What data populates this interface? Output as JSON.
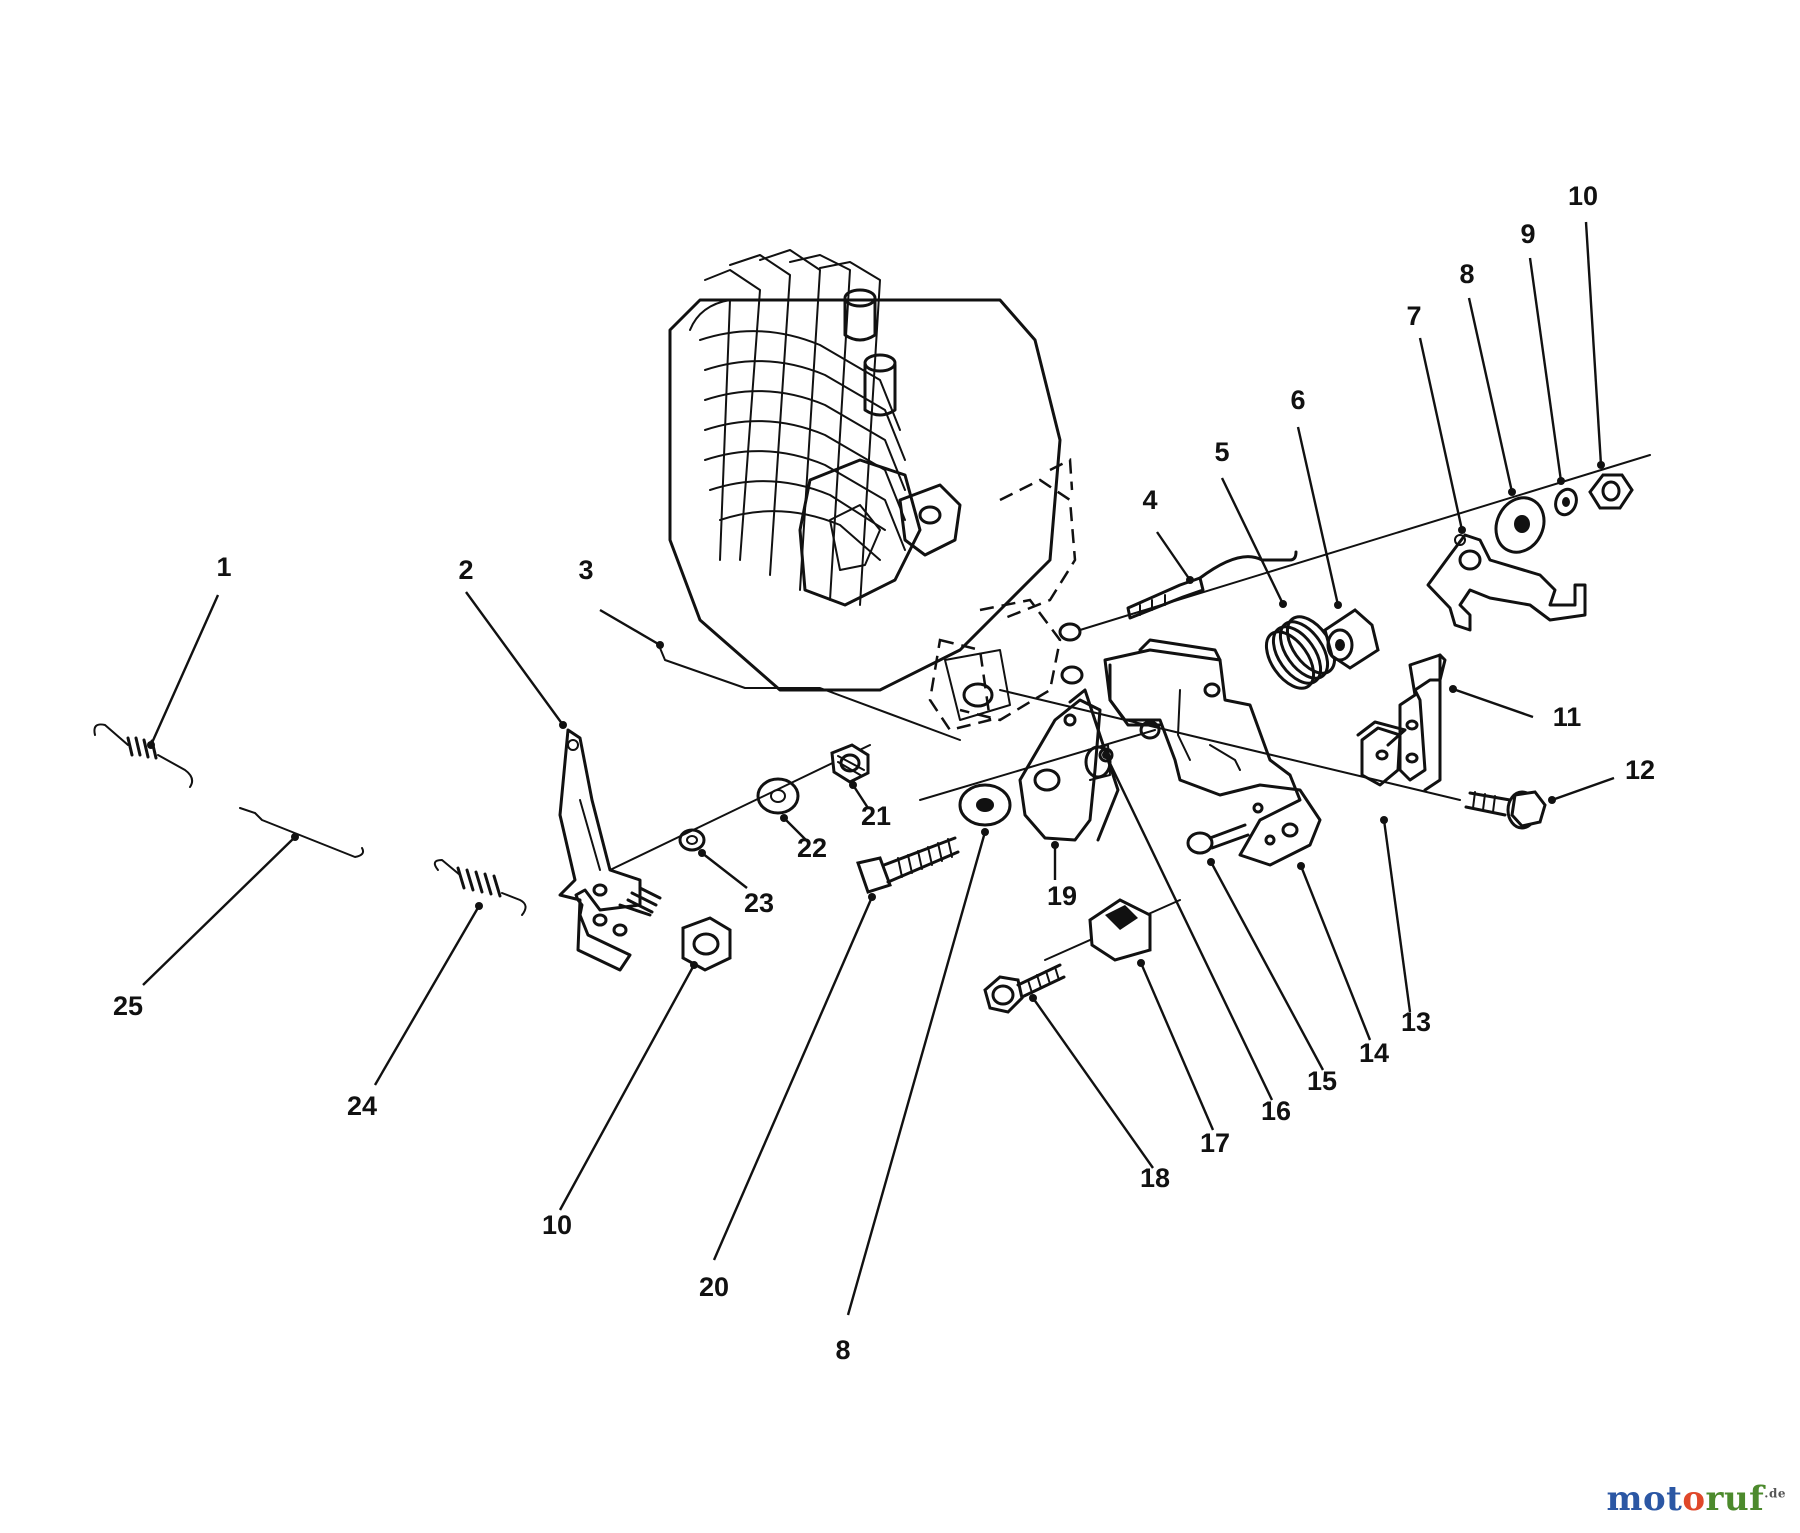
{
  "callouts": [
    {
      "id": "1",
      "label": "1"
    },
    {
      "id": "2",
      "label": "2"
    },
    {
      "id": "3",
      "label": "3"
    },
    {
      "id": "4",
      "label": "4"
    },
    {
      "id": "5",
      "label": "5"
    },
    {
      "id": "6",
      "label": "6"
    },
    {
      "id": "7",
      "label": "7"
    },
    {
      "id": "8a",
      "label": "8"
    },
    {
      "id": "9",
      "label": "9"
    },
    {
      "id": "10a",
      "label": "10"
    },
    {
      "id": "11",
      "label": "11"
    },
    {
      "id": "12",
      "label": "12"
    },
    {
      "id": "13",
      "label": "13"
    },
    {
      "id": "14",
      "label": "14"
    },
    {
      "id": "15",
      "label": "15"
    },
    {
      "id": "16",
      "label": "16"
    },
    {
      "id": "17",
      "label": "17"
    },
    {
      "id": "18",
      "label": "18"
    },
    {
      "id": "19",
      "label": "19"
    },
    {
      "id": "20",
      "label": "20"
    },
    {
      "id": "21",
      "label": "21"
    },
    {
      "id": "22",
      "label": "22"
    },
    {
      "id": "23",
      "label": "23"
    },
    {
      "id": "24",
      "label": "24"
    },
    {
      "id": "25",
      "label": "25"
    },
    {
      "id": "10b",
      "label": "10"
    },
    {
      "id": "8b",
      "label": "8"
    }
  ],
  "watermark": {
    "part1": "mot",
    "part2": "o",
    "part3": "ruf",
    "suffix": ".de"
  },
  "colors": {
    "ink": "#111111",
    "watermark_blue": "#2b57a4",
    "watermark_orange": "#e0482a",
    "watermark_green": "#4c8a2c"
  }
}
